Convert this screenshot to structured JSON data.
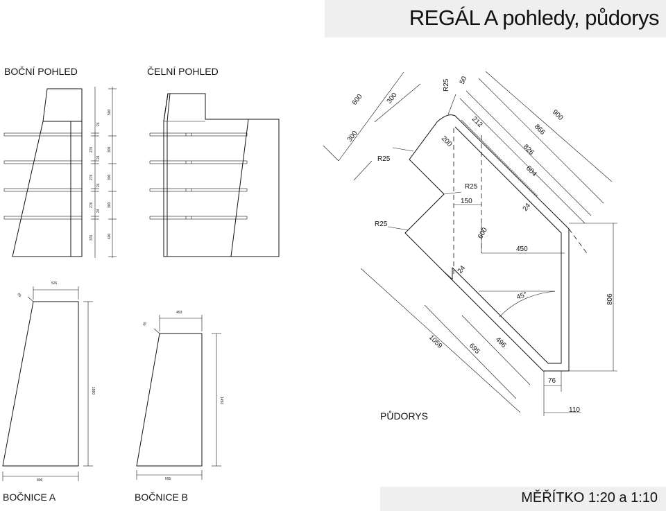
{
  "title": "REGÁL A pohledy, půdorys",
  "views": {
    "side_view": "BOČNÍ POHLED",
    "front_view": "ČELNÍ POHLED",
    "side_a": "BOČNICE A",
    "side_b": "BOČNICE B",
    "plan": "PŮDORYS"
  },
  "scale": "MĚŘÍTKO 1:20 a 1:10",
  "side_view_dims": [
    "24",
    "500",
    "276",
    "24",
    "300",
    "276",
    "24",
    "300",
    "276",
    "24",
    "300",
    "376",
    "400"
  ],
  "side_a_dims": {
    "top": "526",
    "angle": "85",
    "height": "1880",
    "bottom": "806"
  },
  "side_b_dims": {
    "top": "453",
    "angle": "85",
    "height": "1450",
    "bottom": "695"
  },
  "plan_dims": {
    "d600": "600",
    "d300a": "300",
    "d300b": "300",
    "r25a": "R25",
    "r25b": "R25",
    "r25c": "R25",
    "d50": "50",
    "d200": "200",
    "d212": "212",
    "d900": "900",
    "d866": "866",
    "d826": "826",
    "d604": "604",
    "d150": "150",
    "d24a": "24",
    "d600b": "600",
    "d450": "450",
    "d24b": "24",
    "d45": "45°",
    "d806": "806",
    "d1059": "1059",
    "d695": "695",
    "d496": "496",
    "d76": "76",
    "d110": "110"
  }
}
